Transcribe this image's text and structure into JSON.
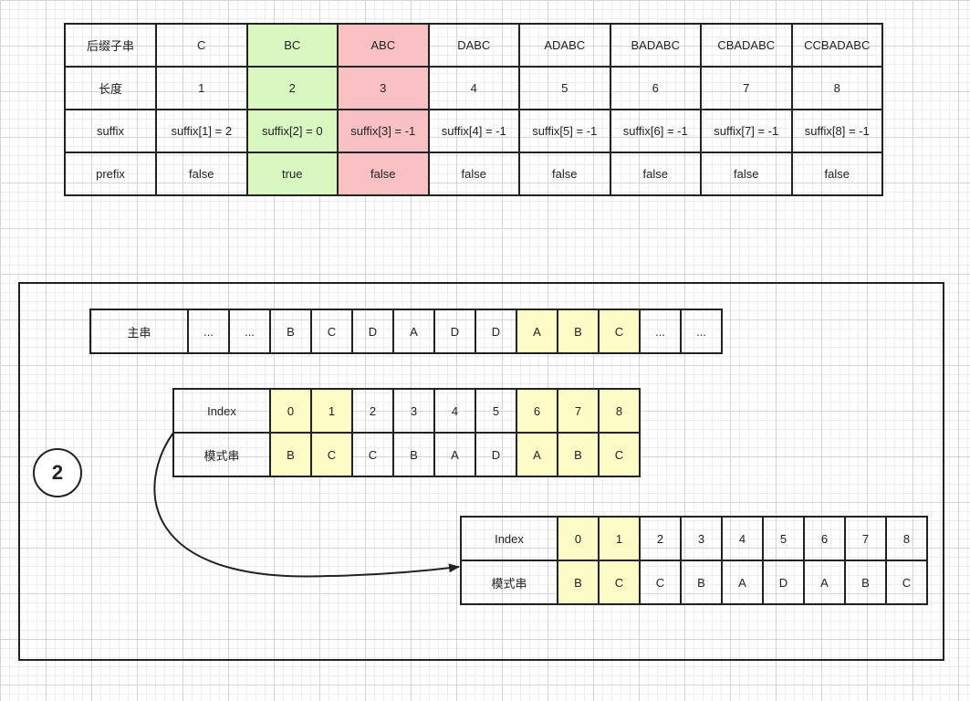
{
  "table1": {
    "rows": [
      [
        {
          "t": "后缀子串"
        },
        {
          "t": "C"
        },
        {
          "t": "BC",
          "hl": "green"
        },
        {
          "t": "ABC",
          "hl": "red"
        },
        {
          "t": "DABC"
        },
        {
          "t": "ADABC"
        },
        {
          "t": "BADABC"
        },
        {
          "t": "CBADABC"
        },
        {
          "t": "CCBADABC"
        }
      ],
      [
        {
          "t": "长度"
        },
        {
          "t": "1"
        },
        {
          "t": "2",
          "hl": "green"
        },
        {
          "t": "3",
          "hl": "red"
        },
        {
          "t": "4"
        },
        {
          "t": "5"
        },
        {
          "t": "6"
        },
        {
          "t": "7"
        },
        {
          "t": "8"
        }
      ],
      [
        {
          "t": "suffix"
        },
        {
          "t": "suffix[1] = 2"
        },
        {
          "t": "suffix[2] = 0",
          "hl": "green"
        },
        {
          "t": "suffix[3] = -1",
          "hl": "red"
        },
        {
          "t": "suffix[4] = -1"
        },
        {
          "t": "suffix[5] = -1"
        },
        {
          "t": "suffix[6] = -1"
        },
        {
          "t": "suffix[7] = -1"
        },
        {
          "t": "suffix[8] = -1"
        }
      ],
      [
        {
          "t": "prefix"
        },
        {
          "t": "false"
        },
        {
          "t": "true",
          "hl": "green"
        },
        {
          "t": "false",
          "hl": "red"
        },
        {
          "t": "false"
        },
        {
          "t": "false"
        },
        {
          "t": "false"
        },
        {
          "t": "false"
        },
        {
          "t": "false"
        }
      ]
    ]
  },
  "step_label": "2",
  "main_string": {
    "label": "主串",
    "cells": [
      {
        "t": "..."
      },
      {
        "t": "..."
      },
      {
        "t": "B"
      },
      {
        "t": "C"
      },
      {
        "t": "D"
      },
      {
        "t": "A"
      },
      {
        "t": "D"
      },
      {
        "t": "D"
      },
      {
        "t": "A",
        "hl": "yellow"
      },
      {
        "t": "B",
        "hl": "yellow"
      },
      {
        "t": "C",
        "hl": "yellow"
      },
      {
        "t": "..."
      },
      {
        "t": "..."
      }
    ]
  },
  "pattern_before": {
    "rows": [
      {
        "label": "Index",
        "cells": [
          {
            "t": "0",
            "hl": "yellow"
          },
          {
            "t": "1",
            "hl": "yellow"
          },
          {
            "t": "2"
          },
          {
            "t": "3"
          },
          {
            "t": "4"
          },
          {
            "t": "5"
          },
          {
            "t": "6",
            "hl": "yellow"
          },
          {
            "t": "7",
            "hl": "yellow"
          },
          {
            "t": "8",
            "hl": "yellow"
          }
        ]
      },
      {
        "label": "模式串",
        "cells": [
          {
            "t": "B",
            "hl": "yellow"
          },
          {
            "t": "C",
            "hl": "yellow"
          },
          {
            "t": "C"
          },
          {
            "t": "B"
          },
          {
            "t": "A"
          },
          {
            "t": "D"
          },
          {
            "t": "A",
            "hl": "yellow"
          },
          {
            "t": "B",
            "hl": "yellow"
          },
          {
            "t": "C",
            "hl": "yellow"
          }
        ]
      }
    ]
  },
  "pattern_after": {
    "rows": [
      {
        "label": "Index",
        "cells": [
          {
            "t": "0",
            "hl": "yellow"
          },
          {
            "t": "1",
            "hl": "yellow"
          },
          {
            "t": "2"
          },
          {
            "t": "3"
          },
          {
            "t": "4"
          },
          {
            "t": "5"
          },
          {
            "t": "6"
          },
          {
            "t": "7"
          },
          {
            "t": "8"
          }
        ]
      },
      {
        "label": "模式串",
        "cells": [
          {
            "t": "B",
            "hl": "yellow"
          },
          {
            "t": "C",
            "hl": "yellow"
          },
          {
            "t": "C"
          },
          {
            "t": "B"
          },
          {
            "t": "A"
          },
          {
            "t": "D"
          },
          {
            "t": "A"
          },
          {
            "t": "B"
          },
          {
            "t": "C"
          }
        ]
      }
    ]
  }
}
